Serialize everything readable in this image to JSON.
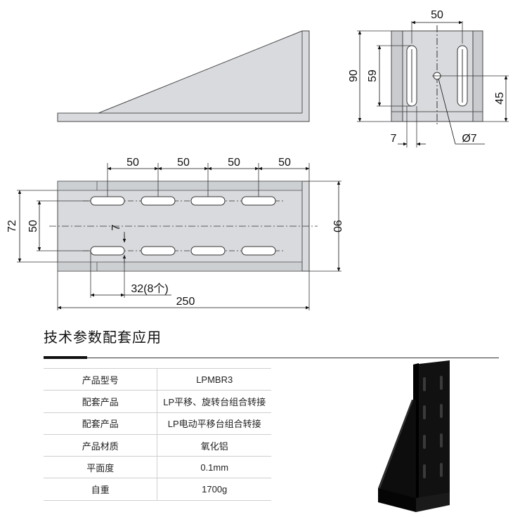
{
  "drawing": {
    "side_view": {},
    "end_view": {
      "width": "50",
      "height": "90",
      "slot_length": "59",
      "hole_height": "45",
      "slot_width": "7",
      "hole_diameter": "Ø7"
    },
    "top_view": {
      "pitch_labels": [
        "50",
        "50",
        "50",
        "50"
      ],
      "height": "72",
      "row_spacing": "50",
      "slot_width": "7",
      "right_height": "90",
      "slot_note": "32(8个)",
      "length": "250"
    }
  },
  "section": {
    "title": "技术参数配套应用"
  },
  "specs": [
    {
      "label": "产品型号",
      "value": "LPMBR3"
    },
    {
      "label": "配套产品",
      "value": "LP平移、旋转台组合转接"
    },
    {
      "label": "配套产品",
      "value": "LP电动平移台组合转接"
    },
    {
      "label": "产品材质",
      "value": "氧化铝"
    },
    {
      "label": "平面度",
      "value": "0.1mm"
    },
    {
      "label": "自重",
      "value": "1700g"
    }
  ],
  "colors": {
    "part_fill": "#d8dadd",
    "outline": "#333333",
    "product_black": "#0d0d0d"
  }
}
